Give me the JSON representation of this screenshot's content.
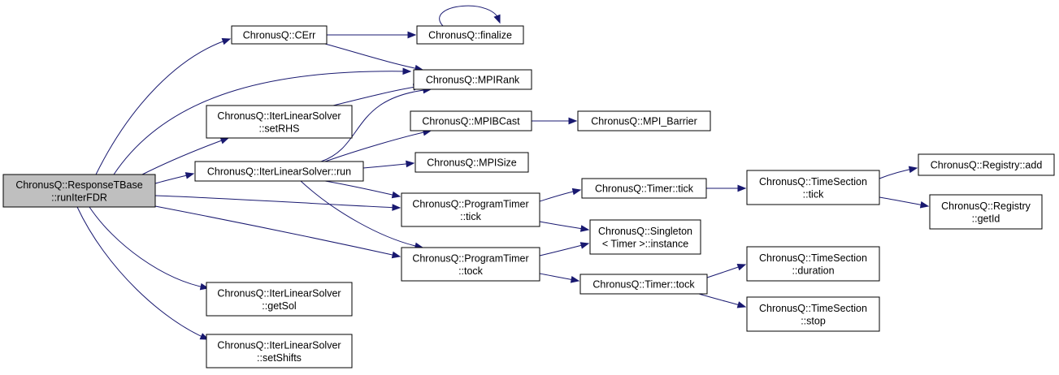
{
  "colors": {
    "edge": "#191970",
    "root_fill": "#bfbfbf",
    "node_fill": "#ffffff",
    "node_border": "#000000"
  },
  "nodes": {
    "root": {
      "lines": [
        "ChronusQ::ResponseTBase",
        "::runIterFDR"
      ]
    },
    "cerr": {
      "lines": [
        "ChronusQ::CErr"
      ]
    },
    "finalize": {
      "lines": [
        "ChronusQ::finalize"
      ]
    },
    "mpirank": {
      "lines": [
        "ChronusQ::MPIRank"
      ]
    },
    "setrhs": {
      "lines": [
        "ChronusQ::IterLinearSolver",
        "::setRHS"
      ]
    },
    "mpibcast": {
      "lines": [
        "ChronusQ::MPIBCast"
      ]
    },
    "mpibarrier": {
      "lines": [
        "ChronusQ::MPI_Barrier"
      ]
    },
    "run": {
      "lines": [
        "ChronusQ::IterLinearSolver::run"
      ]
    },
    "mpisize": {
      "lines": [
        "ChronusQ::MPISize"
      ]
    },
    "ptick": {
      "lines": [
        "ChronusQ::ProgramTimer",
        "::tick"
      ]
    },
    "ttick": {
      "lines": [
        "ChronusQ::Timer::tick"
      ]
    },
    "tstick": {
      "lines": [
        "ChronusQ::TimeSection",
        "::tick"
      ]
    },
    "regadd": {
      "lines": [
        "ChronusQ::Registry::add"
      ]
    },
    "reggetid": {
      "lines": [
        "ChronusQ::Registry",
        "::getId"
      ]
    },
    "singleton": {
      "lines": [
        "ChronusQ::Singleton",
        "< Timer >::instance"
      ]
    },
    "ptock": {
      "lines": [
        "ChronusQ::ProgramTimer",
        "::tock"
      ]
    },
    "ttock": {
      "lines": [
        "ChronusQ::Timer::tock"
      ]
    },
    "tsduration": {
      "lines": [
        "ChronusQ::TimeSection",
        "::duration"
      ]
    },
    "tsstop": {
      "lines": [
        "ChronusQ::TimeSection",
        "::stop"
      ]
    },
    "getsol": {
      "lines": [
        "ChronusQ::IterLinearSolver",
        "::getSol"
      ]
    },
    "setshifts": {
      "lines": [
        "ChronusQ::IterLinearSolver",
        "::setShifts"
      ]
    }
  },
  "edges": [
    {
      "from": "root",
      "to": "cerr"
    },
    {
      "from": "root",
      "to": "mpirank"
    },
    {
      "from": "root",
      "to": "setrhs"
    },
    {
      "from": "root",
      "to": "run"
    },
    {
      "from": "root",
      "to": "ptick"
    },
    {
      "from": "root",
      "to": "ptock"
    },
    {
      "from": "root",
      "to": "getsol"
    },
    {
      "from": "root",
      "to": "setshifts"
    },
    {
      "from": "cerr",
      "to": "finalize"
    },
    {
      "from": "cerr",
      "to": "mpirank"
    },
    {
      "from": "finalize",
      "to": "finalize"
    },
    {
      "from": "setrhs",
      "to": "mpirank"
    },
    {
      "from": "run",
      "to": "mpirank"
    },
    {
      "from": "run",
      "to": "mpibcast"
    },
    {
      "from": "run",
      "to": "mpisize"
    },
    {
      "from": "run",
      "to": "ptick"
    },
    {
      "from": "run",
      "to": "ptock"
    },
    {
      "from": "mpibcast",
      "to": "mpibarrier"
    },
    {
      "from": "ptick",
      "to": "ttick"
    },
    {
      "from": "ptick",
      "to": "singleton"
    },
    {
      "from": "ttick",
      "to": "tstick"
    },
    {
      "from": "tstick",
      "to": "regadd"
    },
    {
      "from": "tstick",
      "to": "reggetid"
    },
    {
      "from": "ptock",
      "to": "singleton"
    },
    {
      "from": "ptock",
      "to": "ttock"
    },
    {
      "from": "ttock",
      "to": "tsduration"
    },
    {
      "from": "ttock",
      "to": "tsstop"
    }
  ]
}
